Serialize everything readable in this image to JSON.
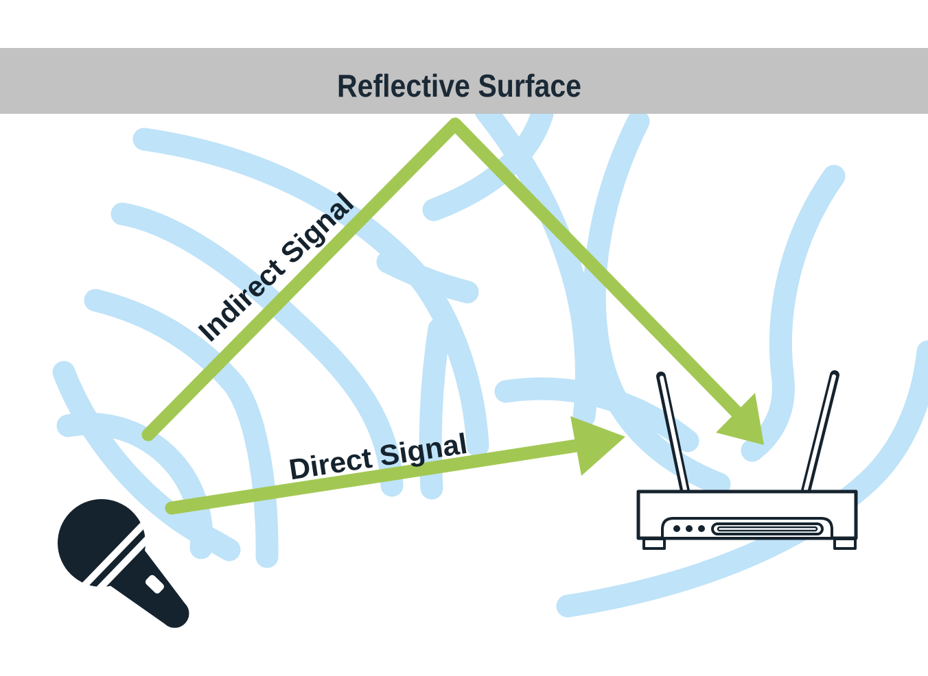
{
  "diagram": {
    "kind": "wireless-signal-reflection-diagram",
    "title_bar": {
      "label": "Reflective Surface",
      "background": "#c2c2c2",
      "text_color": "#1b2936"
    },
    "signals": {
      "indirect": {
        "label": "Indirect Signal",
        "color": "#a2c853",
        "path": "microphone → reflective surface → receiver"
      },
      "direct": {
        "label": "Direct Signal",
        "color": "#a2c853",
        "path": "microphone → receiver"
      }
    },
    "devices": {
      "transmitter": "microphone",
      "receiver": "wireless receiver with two antennas"
    },
    "waves": {
      "color": "#bfe3f8",
      "meaning": "radio waves scattering in the room"
    },
    "colors": {
      "background": "#ffffff",
      "ink": "#15232e",
      "wave_blue": "#bfe3f8",
      "signal_green": "#a2c853",
      "surface_gray": "#c2c2c2"
    }
  }
}
